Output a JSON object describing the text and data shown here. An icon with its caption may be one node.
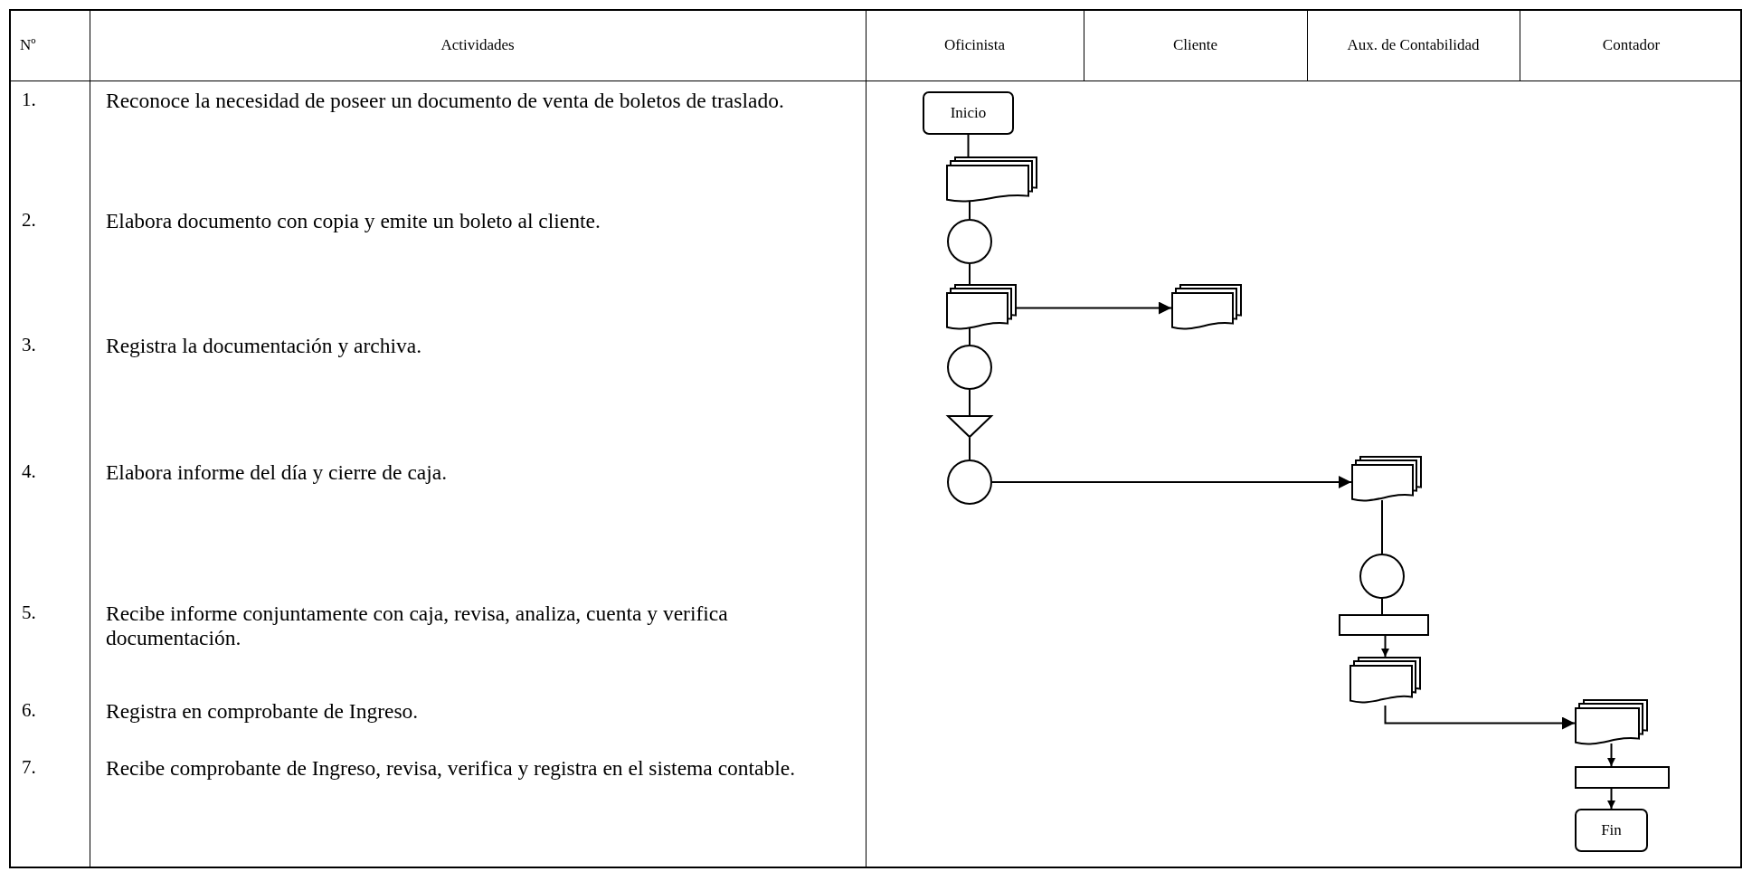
{
  "diagram": {
    "nodes": [
      {
        "text": [
          "Inicio"
        ]
      },
      {
        "text": [],
        "shape": "document"
      },
      {
        "text": [],
        "shape": "circle"
      },
      {
        "text": [],
        "shape": "document"
      },
      {
        "text": [],
        "shape": "document"
      },
      {
        "text": [],
        "shape": "circle"
      },
      {
        "text": [],
        "shape": "triangle"
      },
      {
        "text": [],
        "shape": "circle"
      },
      {
        "text": [],
        "shape": "document"
      },
      {
        "text": [],
        "shape": "circle"
      },
      {
        "text": [],
        "shape": "box"
      },
      {
        "text": [],
        "shape": "document"
      },
      {
        "text": [],
        "shape": "document"
      },
      {
        "text": [],
        "shape": "box"
      },
      {
        "text": [
          "Fin"
        ]
      }
    ],
    "edges": [
      {
        "from": 0,
        "to": 1,
        "arrow": "none"
      },
      {
        "from": 1,
        "to": 2,
        "arrow": "none"
      },
      {
        "from": 2,
        "to": 3,
        "arrow": "none"
      },
      {
        "from": 3,
        "to": 4,
        "arrow": "to"
      },
      {
        "from": 3,
        "to": 5,
        "arrow": "none"
      },
      {
        "from": 5,
        "to": 6,
        "arrow": "none"
      },
      {
        "from": 6,
        "to": 7,
        "arrow": "none"
      },
      {
        "from": 7,
        "to": 8,
        "arrow": "to"
      },
      {
        "from": 8,
        "to": 9,
        "arrow": "none"
      },
      {
        "from": 9,
        "to": 10,
        "arrow": "none"
      },
      {
        "from": 10,
        "to": 11,
        "arrow": "to"
      },
      {
        "from": 11,
        "to": 12,
        "arrow": "to"
      },
      {
        "from": 12,
        "to": 13,
        "arrow": "to"
      },
      {
        "from": 13,
        "to": 14,
        "arrow": "to"
      }
    ],
    "labels": [
      "Nº",
      "Actividades",
      "Oficinista",
      "Cliente",
      "Aux. de Contabilidad",
      "Contador",
      "1.",
      "Reconoce la necesidad de poseer un documento de venta de boletos de traslado.",
      "2.",
      "Elabora documento con copia y emite un boleto al cliente.",
      "3.",
      "Registra la documentación y archiva.",
      "4.",
      "Elabora informe del día y cierre de caja.",
      "5.",
      "Recibe informe conjuntamente con caja, revisa, analiza, cuenta y verifica documentación.",
      "6.",
      "Registra en comprobante de Ingreso.",
      "7.",
      "Recibe comprobante de Ingreso, revisa, verifica y registra en el sistema contable."
    ]
  }
}
